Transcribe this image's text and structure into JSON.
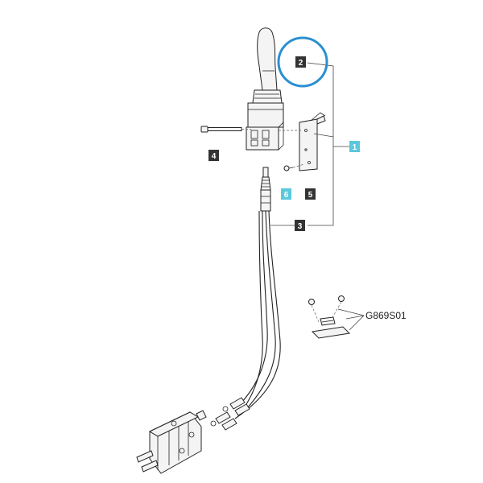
{
  "diagram": {
    "callouts": [
      {
        "id": "callout-1",
        "label": "1",
        "style": "highlighted"
      },
      {
        "id": "callout-2",
        "label": "2",
        "style": "dark"
      },
      {
        "id": "callout-3",
        "label": "3",
        "style": "dark"
      },
      {
        "id": "callout-4",
        "label": "4",
        "style": "dark"
      },
      {
        "id": "callout-5",
        "label": "5",
        "style": "dark"
      },
      {
        "id": "callout-6",
        "label": "6",
        "style": "highlighted"
      }
    ],
    "reference_label": "G869S01",
    "highlight_circle_target": "2"
  },
  "colors": {
    "dark_callout": "#333333",
    "highlight_callout": "#5bc8dc",
    "circle": "#2a8fd0",
    "line": "#222222"
  }
}
